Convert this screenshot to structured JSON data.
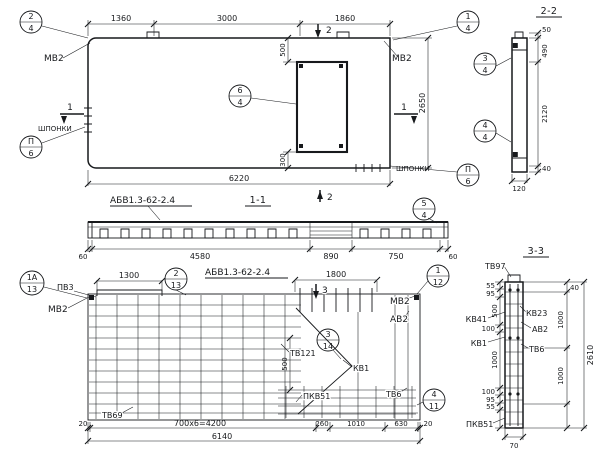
{
  "drawing": {
    "bg": "#ffffff",
    "ink": "#17191c"
  },
  "plan": {
    "dims": {
      "a": "1360",
      "b": "3000",
      "c": "1860",
      "total": "6220",
      "height": "2650",
      "top_off": "500",
      "bot_off": "300"
    },
    "mv2_left": "МВ2",
    "mv2_right": "МВ2",
    "keys_left": "ШПОНКИ",
    "keys_right": "ШПОНКИ",
    "sec1": "1",
    "sec2": "2",
    "co_tl": {
      "n": "2",
      "d": "4"
    },
    "co_tr": {
      "n": "1",
      "d": "4"
    },
    "co_open": {
      "n": "6",
      "d": "4"
    },
    "co_key_l": {
      "n": "П",
      "d": "6"
    },
    "co_key_r": {
      "n": "П",
      "d": "6"
    }
  },
  "sec22": {
    "title": "2-2",
    "d50": "50",
    "d490": "490",
    "d2120": "2120",
    "d40": "40",
    "d120": "120",
    "co_a": {
      "n": "3",
      "d": "4"
    },
    "co_b": {
      "n": "4",
      "d": "4"
    }
  },
  "sec11": {
    "title": "1-1",
    "mark": "АБВ1.3-62-2.4",
    "d60l": "60",
    "d4580": "4580",
    "d890": "890",
    "d750": "750",
    "d60r": "60",
    "co": {
      "n": "5",
      "d": "4"
    }
  },
  "elev": {
    "mark": "АБВ1.3-62-2.4",
    "d1300": "1300",
    "d1800": "1800",
    "d500": "500",
    "pv3": "ПВ3",
    "mv2_left": "МВ2",
    "mv2_right": "МВ2",
    "av2": "АВ2",
    "tv121": "ТВ121",
    "kv1": "КВ1",
    "pkv51": "ПКВ51",
    "tv6": "ТВ6",
    "tv69": "ТВ69",
    "sec3": "3",
    "d20l": "20",
    "d4200": "700х6=4200",
    "d260": "260",
    "d1010": "1010",
    "d630": "630",
    "d20r": "20",
    "total": "6140",
    "co_1a": {
      "n": "1А",
      "d": "13"
    },
    "co_2": {
      "n": "2",
      "d": "13"
    },
    "co_1": {
      "n": "1",
      "d": "12"
    },
    "co_3": {
      "n": "3",
      "d": "14"
    },
    "co_4": {
      "n": "4",
      "d": "11"
    }
  },
  "sec33": {
    "title": "3-3",
    "tv97": "ТВ97",
    "kv41": "КВ41",
    "kv23": "КВ23",
    "av2": "АВ2",
    "kv1": "КВ1",
    "tv6": "ТВ6",
    "pkv51": "ПКВ51",
    "l55t": "55",
    "l95t": "95",
    "l500": "500",
    "l100a": "100",
    "l1000": "1000",
    "l100b": "100",
    "l95b": "95",
    "l55b": "55",
    "r40": "40",
    "r1000a": "1000",
    "r1000b": "1000",
    "total": "2610",
    "d70": "70"
  }
}
